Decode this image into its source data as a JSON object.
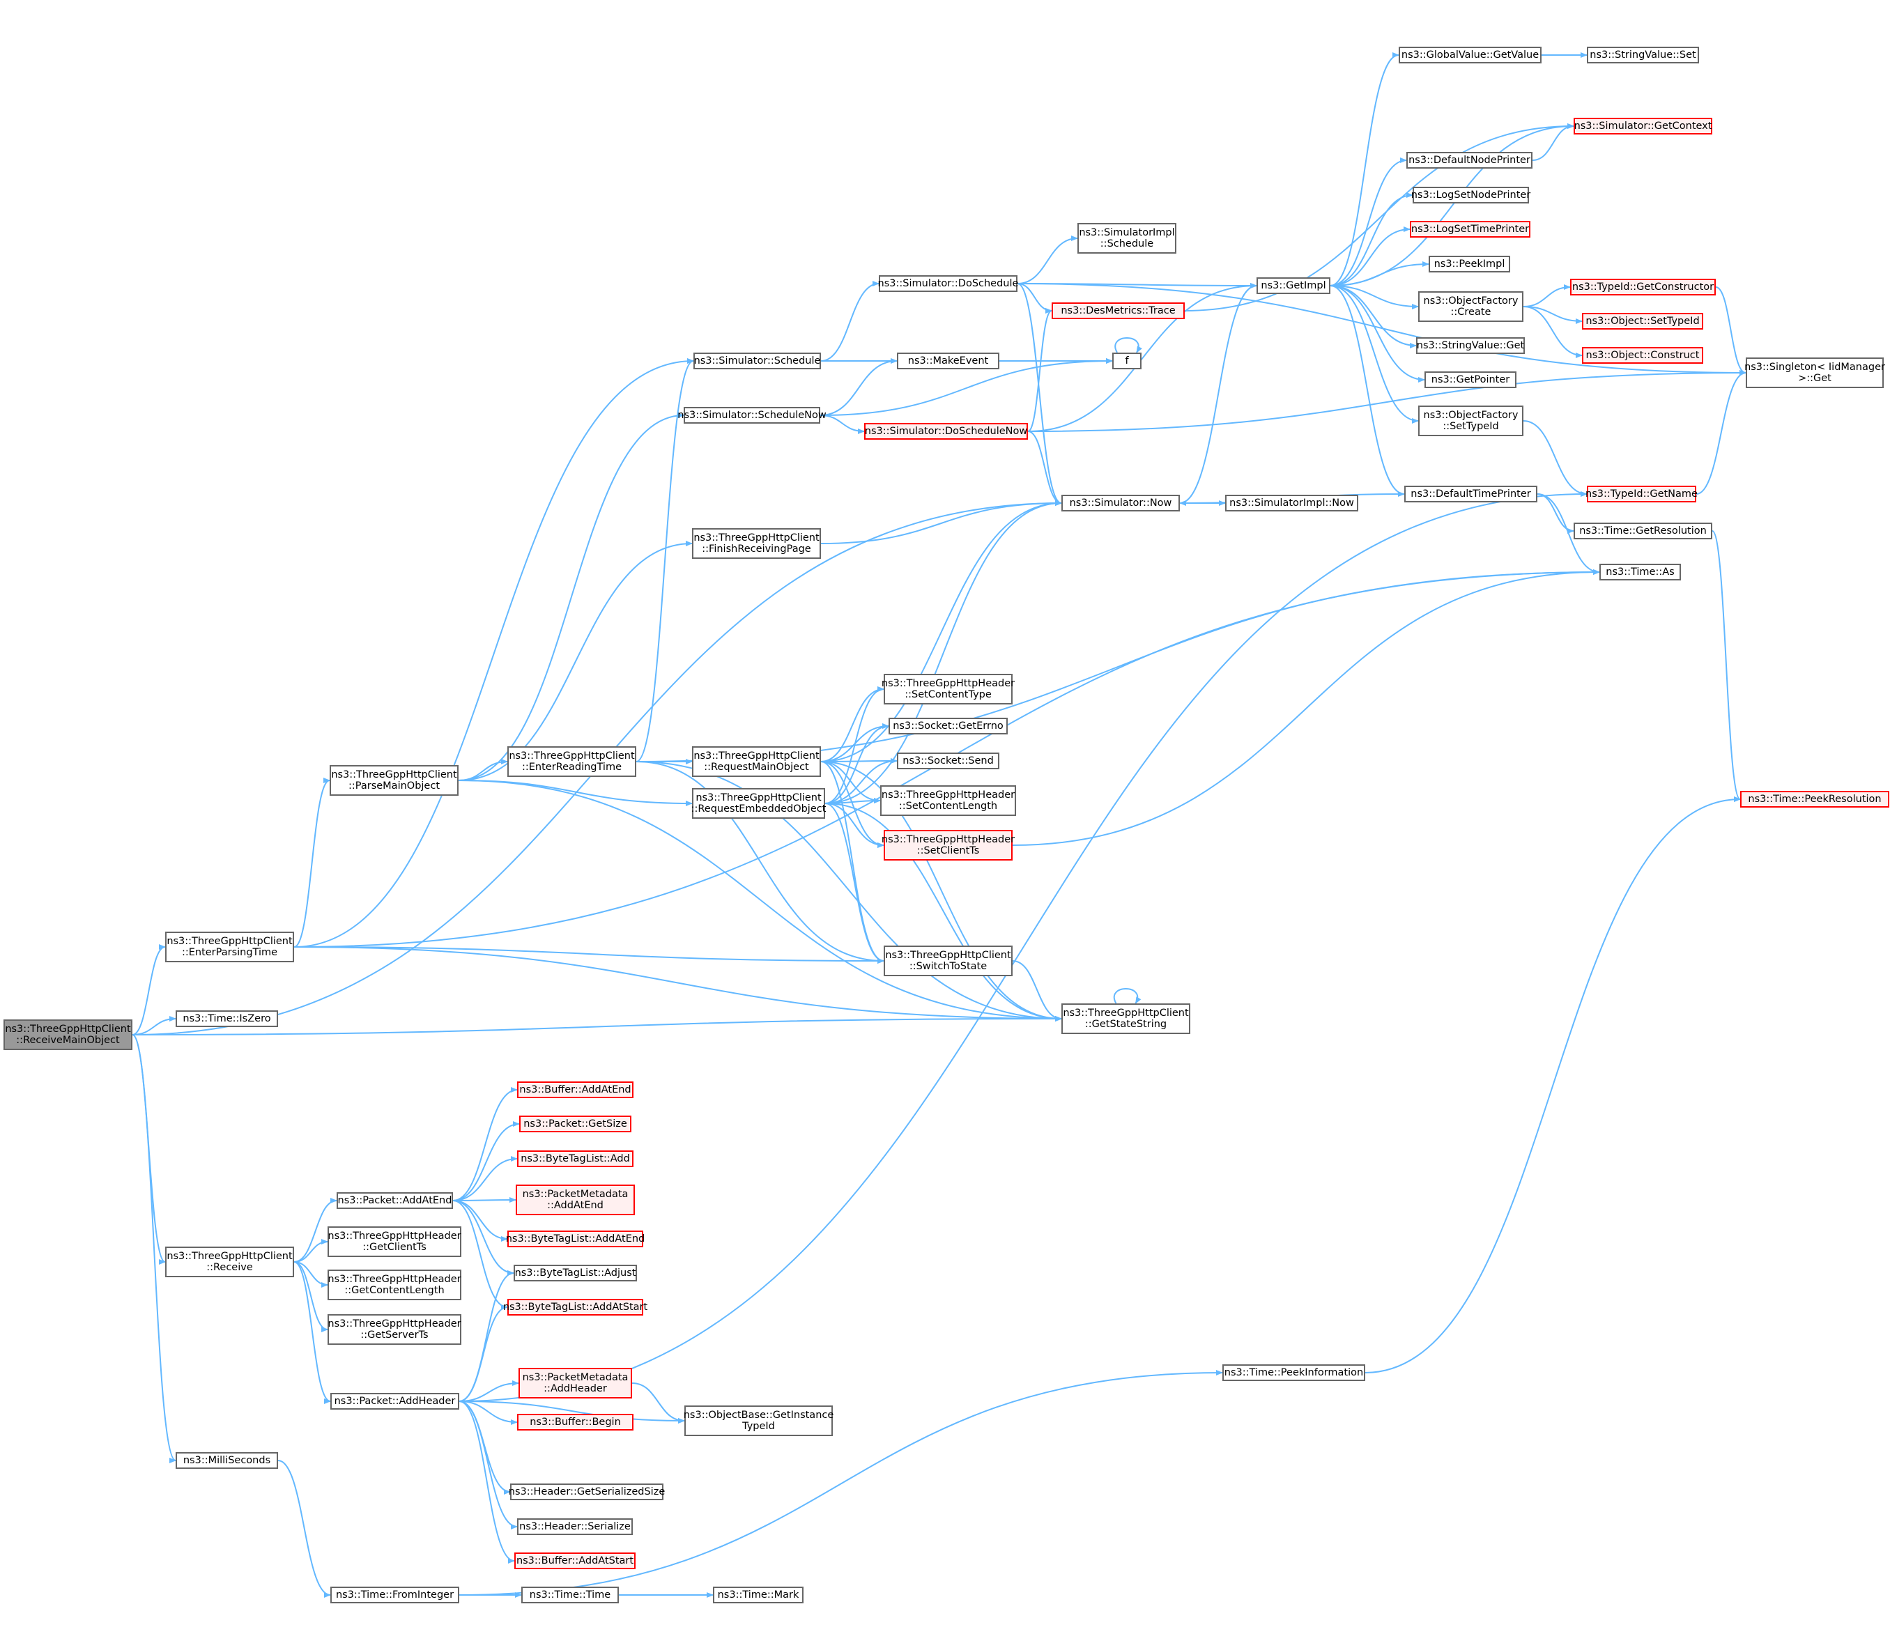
{
  "diagram": {
    "colors": {
      "edge": "#63b8ff",
      "border": "#666666",
      "red_border": "#ff0000",
      "red_fill": "#fff0f0",
      "root_fill": "#999999"
    },
    "nodes": [
      {
        "id": "receive_main_object",
        "lines": [
          "ns3::ThreeGppHttpClient",
          "::ReceiveMainObject"
        ],
        "style": "root"
      },
      {
        "id": "enter_parsing_time",
        "lines": [
          "ns3::ThreeGppHttpClient",
          "::EnterParsingTime"
        ],
        "style": "plain"
      },
      {
        "id": "time_iszero",
        "lines": [
          "ns3::Time::IsZero"
        ],
        "style": "plain"
      },
      {
        "id": "client_receive",
        "lines": [
          "ns3::ThreeGppHttpClient",
          "::Receive"
        ],
        "style": "plain"
      },
      {
        "id": "milliseconds",
        "lines": [
          "ns3::MilliSeconds"
        ],
        "style": "plain"
      },
      {
        "id": "parse_main_object",
        "lines": [
          "ns3::ThreeGppHttpClient",
          "::ParseMainObject"
        ],
        "style": "plain"
      },
      {
        "id": "enter_reading_time",
        "lines": [
          "ns3::ThreeGppHttpClient",
          "::EnterReadingTime"
        ],
        "style": "plain"
      },
      {
        "id": "request_main_object",
        "lines": [
          "ns3::ThreeGppHttpClient",
          "::RequestMainObject"
        ],
        "style": "plain"
      },
      {
        "id": "request_embedded_object",
        "lines": [
          "ns3::ThreeGppHttpClient",
          "::RequestEmbeddedObject"
        ],
        "style": "plain"
      },
      {
        "id": "finish_receiving_page",
        "lines": [
          "ns3::ThreeGppHttpClient",
          "::FinishReceivingPage"
        ],
        "style": "plain"
      },
      {
        "id": "switch_to_state",
        "lines": [
          "ns3::ThreeGppHttpClient",
          "::SwitchToState"
        ],
        "style": "plain"
      },
      {
        "id": "get_state_string",
        "lines": [
          "ns3::ThreeGppHttpClient",
          "::GetStateString"
        ],
        "style": "plain"
      },
      {
        "id": "sim_schedule",
        "lines": [
          "ns3::Simulator::Schedule"
        ],
        "style": "plain"
      },
      {
        "id": "sim_schedule_now",
        "lines": [
          "ns3::Simulator::ScheduleNow"
        ],
        "style": "plain"
      },
      {
        "id": "sim_do_schedule",
        "lines": [
          "ns3::Simulator::DoSchedule"
        ],
        "style": "plain"
      },
      {
        "id": "sim_do_schedule_now",
        "lines": [
          "ns3::Simulator::DoScheduleNow"
        ],
        "style": "red"
      },
      {
        "id": "make_event",
        "lines": [
          "ns3::MakeEvent"
        ],
        "style": "plain"
      },
      {
        "id": "f",
        "lines": [
          "f"
        ],
        "style": "plain"
      },
      {
        "id": "simimpl_schedule",
        "lines": [
          "ns3::SimulatorImpl",
          "::Schedule"
        ],
        "style": "plain"
      },
      {
        "id": "des_metrics_trace",
        "lines": [
          "ns3::DesMetrics::Trace"
        ],
        "style": "red"
      },
      {
        "id": "sim_now",
        "lines": [
          "ns3::Simulator::Now"
        ],
        "style": "plain"
      },
      {
        "id": "simimpl_now",
        "lines": [
          "ns3::SimulatorImpl::Now"
        ],
        "style": "plain"
      },
      {
        "id": "get_impl",
        "lines": [
          "ns3::GetImpl"
        ],
        "style": "plain"
      },
      {
        "id": "gv_getvalue",
        "lines": [
          "ns3::GlobalValue::GetValue"
        ],
        "style": "plain"
      },
      {
        "id": "sv_set",
        "lines": [
          "ns3::StringValue::Set"
        ],
        "style": "plain"
      },
      {
        "id": "sim_get_context",
        "lines": [
          "ns3::Simulator::GetContext"
        ],
        "style": "red"
      },
      {
        "id": "default_node_printer",
        "lines": [
          "ns3::DefaultNodePrinter"
        ],
        "style": "plain"
      },
      {
        "id": "log_set_node_printer",
        "lines": [
          "ns3::LogSetNodePrinter"
        ],
        "style": "plain"
      },
      {
        "id": "log_set_time_printer",
        "lines": [
          "ns3::LogSetTimePrinter"
        ],
        "style": "red"
      },
      {
        "id": "peek_impl",
        "lines": [
          "ns3::PeekImpl"
        ],
        "style": "plain"
      },
      {
        "id": "of_create",
        "lines": [
          "ns3::ObjectFactory",
          "::Create"
        ],
        "style": "plain"
      },
      {
        "id": "typeid_get_constructor",
        "lines": [
          "ns3::TypeId::GetConstructor"
        ],
        "style": "red"
      },
      {
        "id": "object_set_typeid",
        "lines": [
          "ns3::Object::SetTypeId"
        ],
        "style": "red"
      },
      {
        "id": "object_construct",
        "lines": [
          "ns3::Object::Construct"
        ],
        "style": "red"
      },
      {
        "id": "sv_get",
        "lines": [
          "ns3::StringValue::Get"
        ],
        "style": "plain"
      },
      {
        "id": "get_pointer",
        "lines": [
          "ns3::GetPointer"
        ],
        "style": "plain"
      },
      {
        "id": "of_set_typeid",
        "lines": [
          "ns3::ObjectFactory",
          "::SetTypeId"
        ],
        "style": "plain"
      },
      {
        "id": "singleton_get",
        "lines": [
          "ns3::Singleton< IidManager",
          ">::Get"
        ],
        "style": "plain"
      },
      {
        "id": "default_time_printer",
        "lines": [
          "ns3::DefaultTimePrinter"
        ],
        "style": "plain"
      },
      {
        "id": "typeid_get_name",
        "lines": [
          "ns3::TypeId::GetName"
        ],
        "style": "red"
      },
      {
        "id": "time_get_resolution",
        "lines": [
          "ns3::Time::GetResolution"
        ],
        "style": "plain"
      },
      {
        "id": "time_as",
        "lines": [
          "ns3::Time::As"
        ],
        "style": "plain"
      },
      {
        "id": "time_peek_resolution",
        "lines": [
          "ns3::Time::PeekResolution"
        ],
        "style": "red"
      },
      {
        "id": "hdr_set_content_type",
        "lines": [
          "ns3::ThreeGppHttpHeader",
          "::SetContentType"
        ],
        "style": "plain"
      },
      {
        "id": "socket_get_errno",
        "lines": [
          "ns3::Socket::GetErrno"
        ],
        "style": "plain"
      },
      {
        "id": "socket_send",
        "lines": [
          "ns3::Socket::Send"
        ],
        "style": "plain"
      },
      {
        "id": "hdr_set_content_length",
        "lines": [
          "ns3::ThreeGppHttpHeader",
          "::SetContentLength"
        ],
        "style": "plain"
      },
      {
        "id": "hdr_set_client_ts",
        "lines": [
          "ns3::ThreeGppHttpHeader",
          "::SetClientTs"
        ],
        "style": "red"
      },
      {
        "id": "buffer_add_at_end",
        "lines": [
          "ns3::Buffer::AddAtEnd"
        ],
        "style": "red"
      },
      {
        "id": "packet_get_size",
        "lines": [
          "ns3::Packet::GetSize"
        ],
        "style": "red"
      },
      {
        "id": "btl_add",
        "lines": [
          "ns3::ByteTagList::Add"
        ],
        "style": "red"
      },
      {
        "id": "pm_add_at_end",
        "lines": [
          "ns3::PacketMetadata",
          "::AddAtEnd"
        ],
        "style": "red"
      },
      {
        "id": "packet_add_at_end",
        "lines": [
          "ns3::Packet::AddAtEnd"
        ],
        "style": "plain"
      },
      {
        "id": "btl_add_at_end",
        "lines": [
          "ns3::ByteTagList::AddAtEnd"
        ],
        "style": "red"
      },
      {
        "id": "hdr_get_client_ts",
        "lines": [
          "ns3::ThreeGppHttpHeader",
          "::GetClientTs"
        ],
        "style": "plain"
      },
      {
        "id": "btl_adjust",
        "lines": [
          "ns3::ByteTagList::Adjust"
        ],
        "style": "plain"
      },
      {
        "id": "hdr_get_content_length",
        "lines": [
          "ns3::ThreeGppHttpHeader",
          "::GetContentLength"
        ],
        "style": "plain"
      },
      {
        "id": "btl_add_at_start",
        "lines": [
          "ns3::ByteTagList::AddAtStart"
        ],
        "style": "red"
      },
      {
        "id": "hdr_get_server_ts",
        "lines": [
          "ns3::ThreeGppHttpHeader",
          "::GetServerTs"
        ],
        "style": "plain"
      },
      {
        "id": "pm_add_header",
        "lines": [
          "ns3::PacketMetadata",
          "::AddHeader"
        ],
        "style": "red"
      },
      {
        "id": "packet_add_header",
        "lines": [
          "ns3::Packet::AddHeader"
        ],
        "style": "plain"
      },
      {
        "id": "buffer_begin",
        "lines": [
          "ns3::Buffer::Begin"
        ],
        "style": "red"
      },
      {
        "id": "objbase_get_instance_typeid",
        "lines": [
          "ns3::ObjectBase::GetInstance",
          "TypeId"
        ],
        "style": "plain"
      },
      {
        "id": "header_get_serialized_size",
        "lines": [
          "ns3::Header::GetSerializedSize"
        ],
        "style": "plain"
      },
      {
        "id": "header_serialize",
        "lines": [
          "ns3::Header::Serialize"
        ],
        "style": "plain"
      },
      {
        "id": "buffer_add_at_start",
        "lines": [
          "ns3::Buffer::AddAtStart"
        ],
        "style": "red"
      },
      {
        "id": "time_peek_information",
        "lines": [
          "ns3::Time::PeekInformation"
        ],
        "style": "plain"
      },
      {
        "id": "time_from_integer",
        "lines": [
          "ns3::Time::FromInteger"
        ],
        "style": "plain"
      },
      {
        "id": "time_time",
        "lines": [
          "ns3::Time::Time"
        ],
        "style": "plain"
      },
      {
        "id": "time_mark",
        "lines": [
          "ns3::Time::Mark"
        ],
        "style": "plain"
      }
    ],
    "edges": [
      [
        "receive_main_object",
        "enter_parsing_time"
      ],
      [
        "receive_main_object",
        "time_iszero"
      ],
      [
        "receive_main_object",
        "client_receive"
      ],
      [
        "receive_main_object",
        "milliseconds"
      ],
      [
        "receive_main_object",
        "sim_now"
      ],
      [
        "receive_main_object",
        "get_state_string"
      ],
      [
        "enter_parsing_time",
        "parse_main_object"
      ],
      [
        "enter_parsing_time",
        "sim_schedule"
      ],
      [
        "enter_parsing_time",
        "switch_to_state"
      ],
      [
        "enter_parsing_time",
        "get_state_string"
      ],
      [
        "enter_parsing_time",
        "time_as"
      ],
      [
        "parse_main_object",
        "enter_reading_time"
      ],
      [
        "parse_main_object",
        "request_embedded_object"
      ],
      [
        "parse_main_object",
        "sim_schedule_now"
      ],
      [
        "parse_main_object",
        "finish_receiving_page"
      ],
      [
        "parse_main_object",
        "get_state_string"
      ],
      [
        "enter_reading_time",
        "request_main_object"
      ],
      [
        "enter_reading_time",
        "sim_schedule"
      ],
      [
        "enter_reading_time",
        "switch_to_state"
      ],
      [
        "enter_reading_time",
        "get_state_string"
      ],
      [
        "enter_reading_time",
        "time_as"
      ],
      [
        "request_main_object",
        "hdr_set_content_type"
      ],
      [
        "request_main_object",
        "socket_get_errno"
      ],
      [
        "request_main_object",
        "socket_send"
      ],
      [
        "request_main_object",
        "hdr_set_content_length"
      ],
      [
        "request_main_object",
        "hdr_set_client_ts"
      ],
      [
        "request_main_object",
        "switch_to_state"
      ],
      [
        "request_main_object",
        "get_state_string"
      ],
      [
        "request_main_object",
        "sim_now"
      ],
      [
        "request_embedded_object",
        "hdr_set_content_type"
      ],
      [
        "request_embedded_object",
        "socket_get_errno"
      ],
      [
        "request_embedded_object",
        "socket_send"
      ],
      [
        "request_embedded_object",
        "hdr_set_content_length"
      ],
      [
        "request_embedded_object",
        "hdr_set_client_ts"
      ],
      [
        "request_embedded_object",
        "switch_to_state"
      ],
      [
        "request_embedded_object",
        "get_state_string"
      ],
      [
        "request_embedded_object",
        "sim_now"
      ],
      [
        "finish_receiving_page",
        "sim_now"
      ],
      [
        "switch_to_state",
        "get_state_string"
      ],
      [
        "get_state_string",
        "get_state_string"
      ],
      [
        "hdr_set_client_ts",
        "time_as"
      ],
      [
        "sim_schedule",
        "sim_do_schedule"
      ],
      [
        "sim_schedule",
        "make_event"
      ],
      [
        "sim_schedule",
        "f"
      ],
      [
        "sim_schedule_now",
        "make_event"
      ],
      [
        "sim_schedule_now",
        "sim_do_schedule_now"
      ],
      [
        "sim_schedule_now",
        "f"
      ],
      [
        "make_event",
        "f"
      ],
      [
        "f",
        "f"
      ],
      [
        "sim_do_schedule",
        "simimpl_schedule"
      ],
      [
        "sim_do_schedule",
        "get_impl"
      ],
      [
        "sim_do_schedule",
        "des_metrics_trace"
      ],
      [
        "sim_do_schedule",
        "sim_now"
      ],
      [
        "sim_do_schedule",
        "singleton_get"
      ],
      [
        "sim_do_schedule_now",
        "des_metrics_trace"
      ],
      [
        "sim_do_schedule_now",
        "get_impl"
      ],
      [
        "sim_do_schedule_now",
        "sim_now"
      ],
      [
        "sim_do_schedule_now",
        "singleton_get"
      ],
      [
        "des_metrics_trace",
        "sim_get_context"
      ],
      [
        "sim_now",
        "simimpl_now"
      ],
      [
        "sim_now",
        "get_impl"
      ],
      [
        "get_impl",
        "gv_getvalue"
      ],
      [
        "get_impl",
        "sim_get_context"
      ],
      [
        "get_impl",
        "default_node_printer"
      ],
      [
        "get_impl",
        "log_set_node_printer"
      ],
      [
        "get_impl",
        "log_set_time_printer"
      ],
      [
        "get_impl",
        "peek_impl"
      ],
      [
        "get_impl",
        "of_create"
      ],
      [
        "get_impl",
        "sv_get"
      ],
      [
        "get_impl",
        "get_pointer"
      ],
      [
        "get_impl",
        "of_set_typeid"
      ],
      [
        "get_impl",
        "default_time_printer"
      ],
      [
        "gv_getvalue",
        "sv_set"
      ],
      [
        "default_node_printer",
        "sim_get_context"
      ],
      [
        "of_create",
        "typeid_get_constructor"
      ],
      [
        "of_create",
        "object_set_typeid"
      ],
      [
        "of_create",
        "object_construct"
      ],
      [
        "typeid_get_constructor",
        "singleton_get"
      ],
      [
        "of_set_typeid",
        "typeid_get_name"
      ],
      [
        "typeid_get_name",
        "singleton_get"
      ],
      [
        "default_time_printer",
        "sim_now"
      ],
      [
        "default_time_printer",
        "time_get_resolution"
      ],
      [
        "default_time_printer",
        "time_as"
      ],
      [
        "time_get_resolution",
        "time_peek_resolution"
      ],
      [
        "client_receive",
        "packet_add_at_end"
      ],
      [
        "client_receive",
        "hdr_get_client_ts"
      ],
      [
        "client_receive",
        "hdr_get_content_length"
      ],
      [
        "client_receive",
        "hdr_get_server_ts"
      ],
      [
        "client_receive",
        "packet_add_header"
      ],
      [
        "packet_add_at_end",
        "buffer_add_at_end"
      ],
      [
        "packet_add_at_end",
        "packet_get_size"
      ],
      [
        "packet_add_at_end",
        "btl_add"
      ],
      [
        "packet_add_at_end",
        "pm_add_at_end"
      ],
      [
        "packet_add_at_end",
        "btl_add_at_end"
      ],
      [
        "packet_add_at_end",
        "btl_adjust"
      ],
      [
        "packet_add_at_end",
        "btl_add_at_start"
      ],
      [
        "packet_add_header",
        "btl_adjust"
      ],
      [
        "packet_add_header",
        "btl_add_at_start"
      ],
      [
        "packet_add_header",
        "pm_add_header"
      ],
      [
        "packet_add_header",
        "buffer_begin"
      ],
      [
        "packet_add_header",
        "objbase_get_instance_typeid"
      ],
      [
        "packet_add_header",
        "header_get_serialized_size"
      ],
      [
        "packet_add_header",
        "header_serialize"
      ],
      [
        "packet_add_header",
        "buffer_add_at_start"
      ],
      [
        "packet_add_header",
        "typeid_get_name"
      ],
      [
        "pm_add_header",
        "objbase_get_instance_typeid"
      ],
      [
        "milliseconds",
        "time_from_integer"
      ],
      [
        "time_from_integer",
        "time_time"
      ],
      [
        "time_from_integer",
        "time_peek_information"
      ],
      [
        "time_time",
        "time_mark"
      ],
      [
        "time_peek_information",
        "time_peek_resolution"
      ]
    ]
  }
}
